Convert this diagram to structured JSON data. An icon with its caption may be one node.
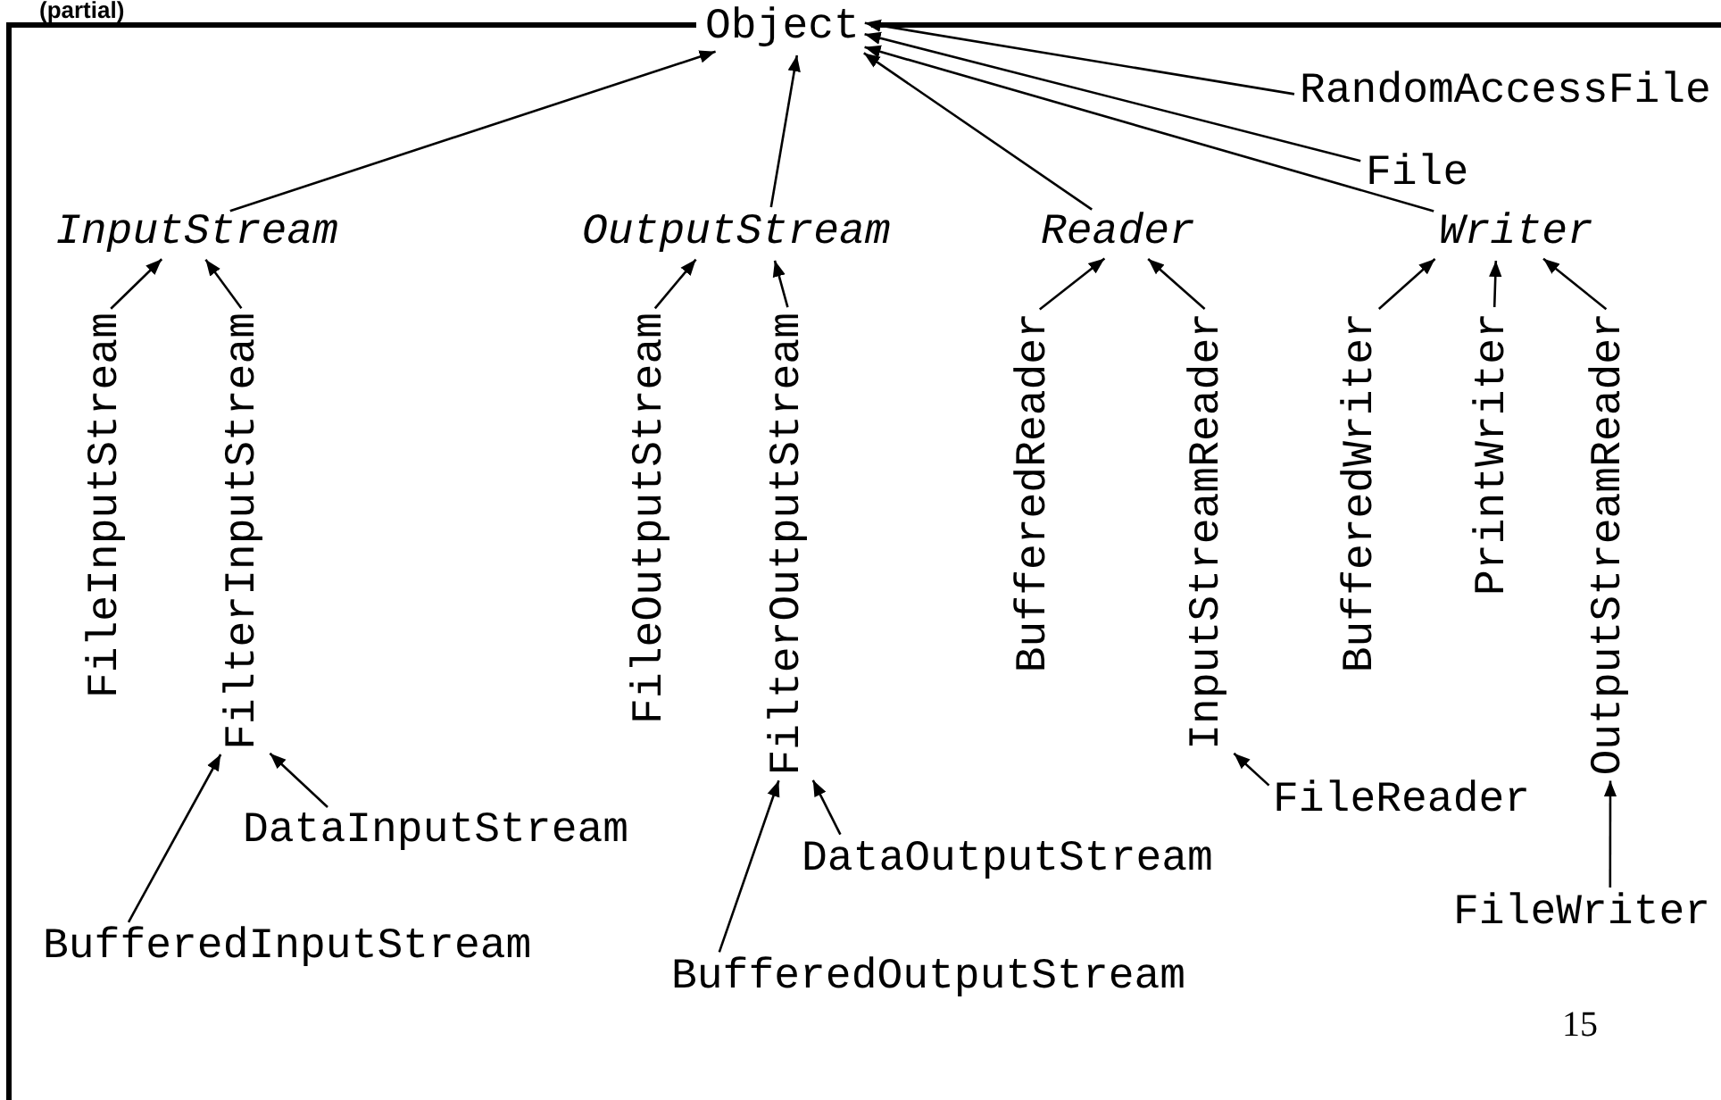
{
  "diagram": {
    "title": "(partial)",
    "nodes": [
      {
        "text": [
          "Object"
        ]
      },
      {
        "text": [
          "RandomAccessFile"
        ]
      },
      {
        "text": [
          "File"
        ]
      },
      {
        "text": [
          "InputStream"
        ]
      },
      {
        "text": [
          "OutputStream"
        ]
      },
      {
        "text": [
          "Reader"
        ]
      },
      {
        "text": [
          "Writer"
        ]
      },
      {
        "text": [
          "FileInputStream"
        ]
      },
      {
        "text": [
          "FilterInputStream"
        ]
      },
      {
        "text": [
          "DataInputStream"
        ]
      },
      {
        "text": [
          "BufferedInputStream"
        ]
      },
      {
        "text": [
          "FileOutputStream"
        ]
      },
      {
        "text": [
          "FilterOutputStream"
        ]
      },
      {
        "text": [
          "DataOutputStream"
        ]
      },
      {
        "text": [
          "BufferedOutputStream"
        ]
      },
      {
        "text": [
          "BufferedReader"
        ]
      },
      {
        "text": [
          "InputStreamReader"
        ]
      },
      {
        "text": [
          "FileReader"
        ]
      },
      {
        "text": [
          "BufferedWriter"
        ]
      },
      {
        "text": [
          "PrintWriter"
        ]
      },
      {
        "text": [
          "OutputStreamReader"
        ]
      },
      {
        "text": [
          "FileWriter"
        ]
      }
    ],
    "edges": [
      {
        "from": 3,
        "to": 0,
        "arrow": "to"
      },
      {
        "from": 4,
        "to": 0,
        "arrow": "to"
      },
      {
        "from": 5,
        "to": 0,
        "arrow": "to"
      },
      {
        "from": 6,
        "to": 0,
        "arrow": "to"
      },
      {
        "from": 2,
        "to": 0,
        "arrow": "to"
      },
      {
        "from": 1,
        "to": 0,
        "arrow": "to"
      },
      {
        "from": 7,
        "to": 3,
        "arrow": "to"
      },
      {
        "from": 8,
        "to": 3,
        "arrow": "to"
      },
      {
        "from": 9,
        "to": 8,
        "arrow": "to"
      },
      {
        "from": 10,
        "to": 8,
        "arrow": "to"
      },
      {
        "from": 11,
        "to": 4,
        "arrow": "to"
      },
      {
        "from": 12,
        "to": 4,
        "arrow": "to"
      },
      {
        "from": 13,
        "to": 12,
        "arrow": "to"
      },
      {
        "from": 14,
        "to": 12,
        "arrow": "to"
      },
      {
        "from": 15,
        "to": 5,
        "arrow": "to"
      },
      {
        "from": 16,
        "to": 5,
        "arrow": "to"
      },
      {
        "from": 17,
        "to": 16,
        "arrow": "to"
      },
      {
        "from": 18,
        "to": 6,
        "arrow": "to"
      },
      {
        "from": 19,
        "to": 6,
        "arrow": "to"
      },
      {
        "from": 20,
        "to": 6,
        "arrow": "to"
      },
      {
        "from": 21,
        "to": 20,
        "arrow": "to"
      }
    ],
    "labels": [
      "15"
    ]
  }
}
